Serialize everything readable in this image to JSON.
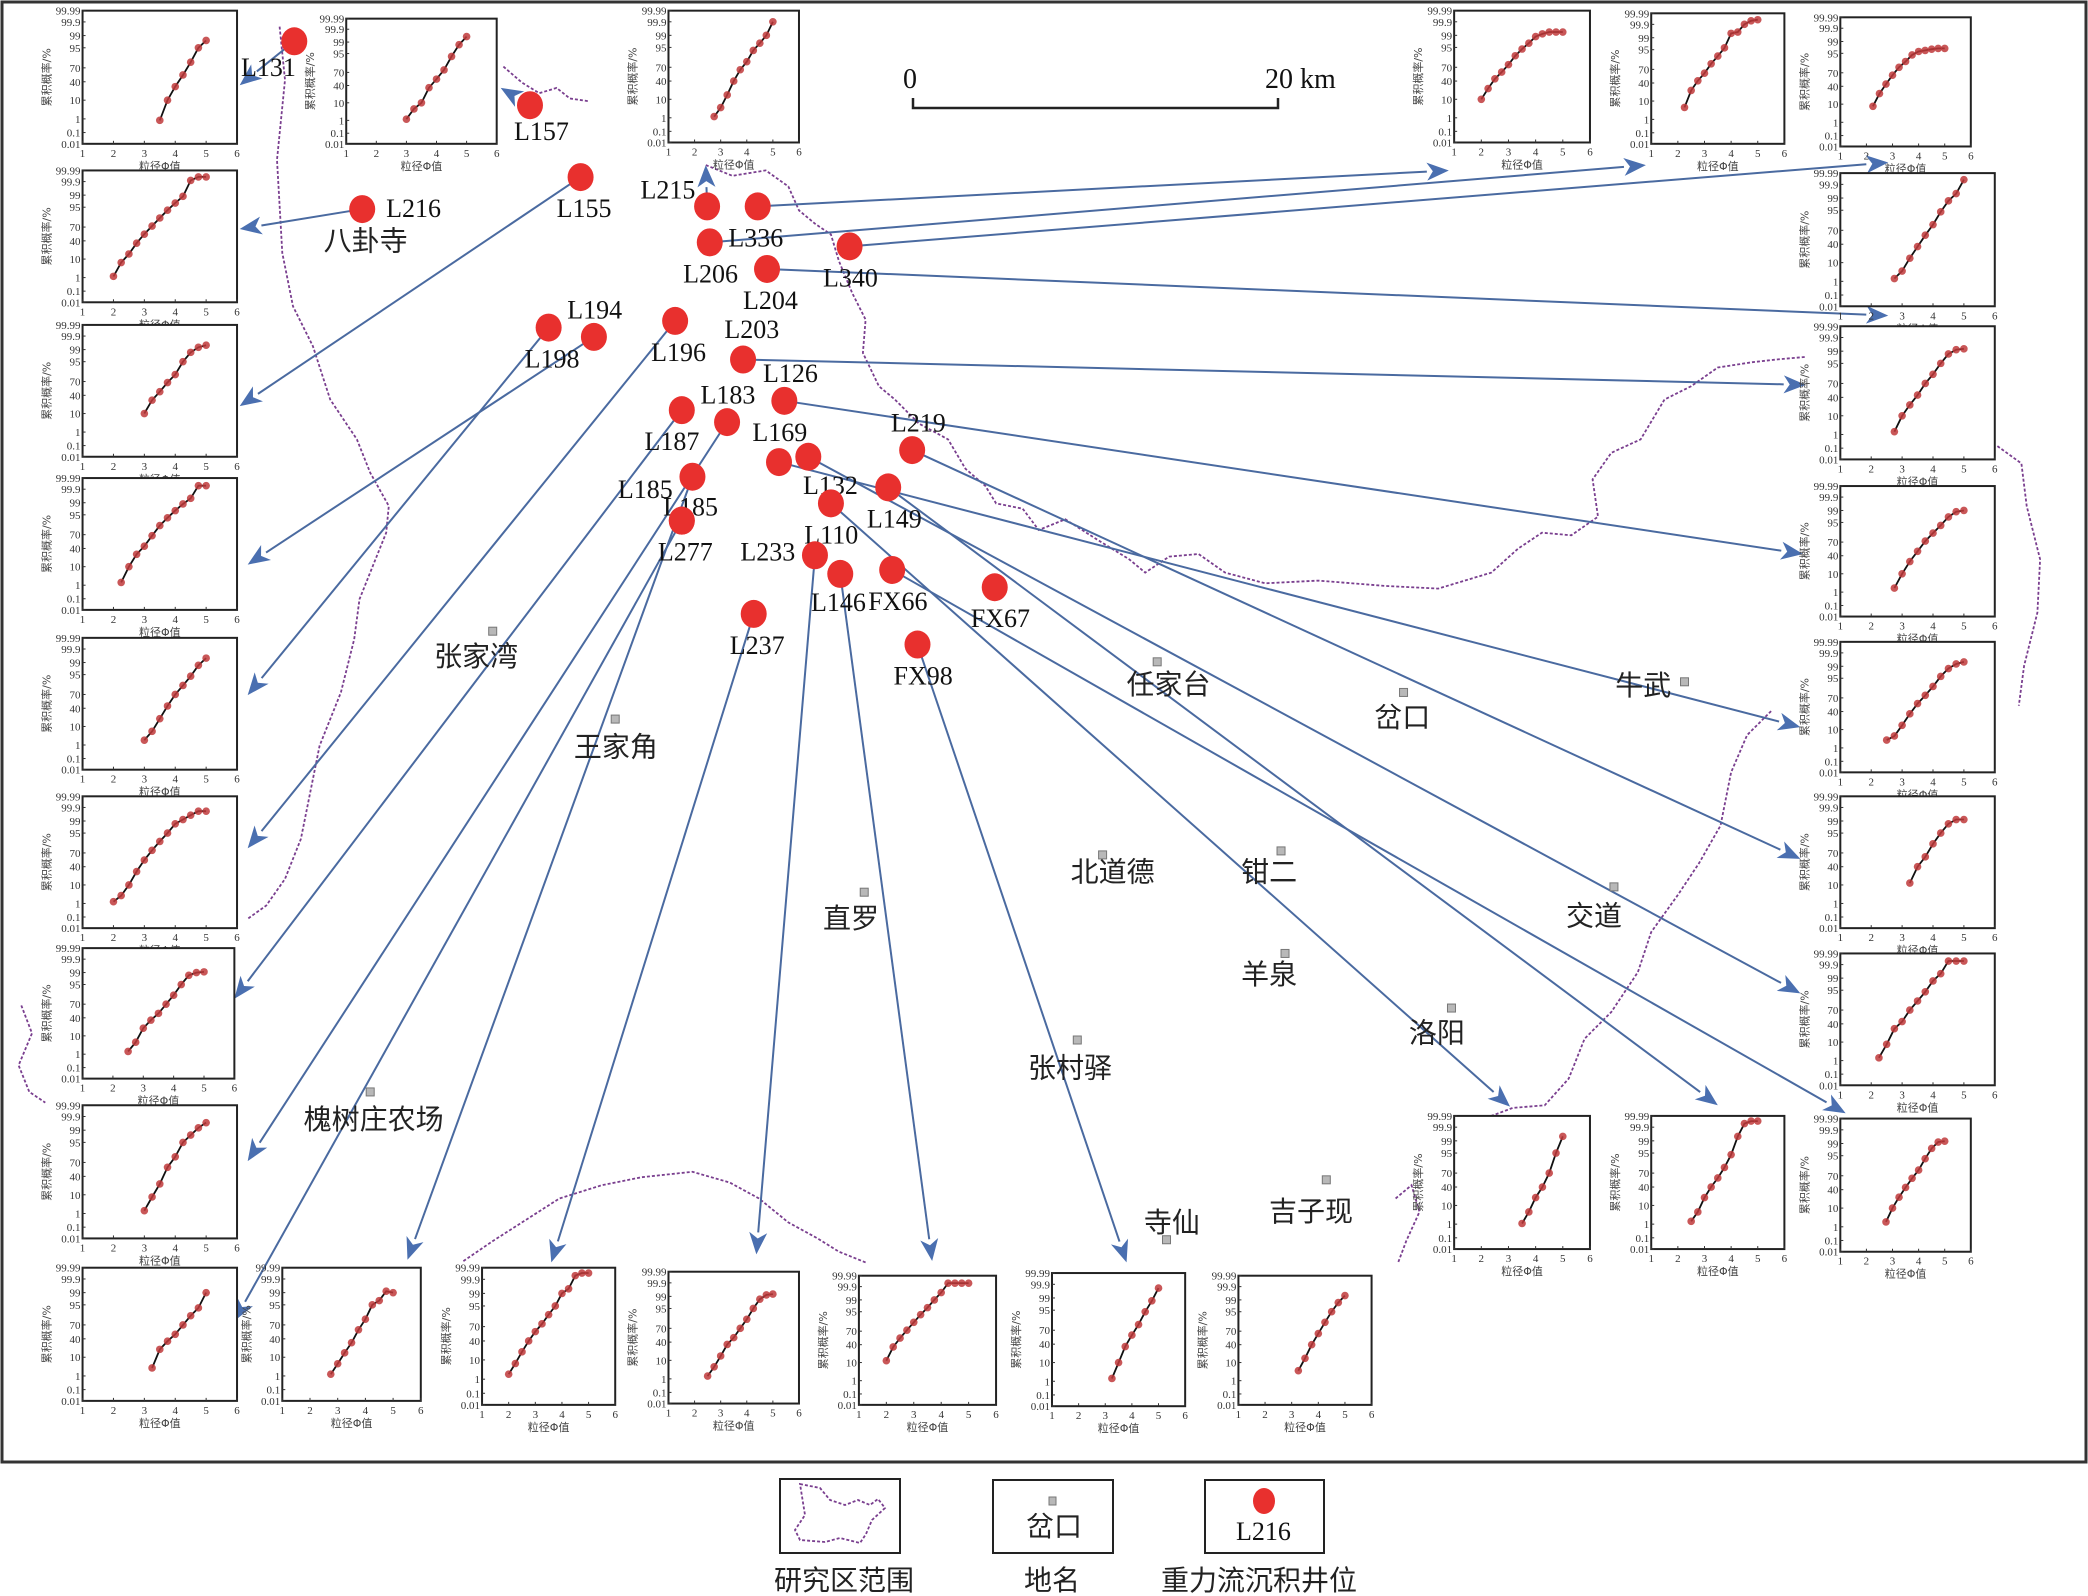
{
  "figure": {
    "scale_bar": {
      "start_label": "0",
      "end_label": "20 km"
    },
    "legend": [
      {
        "key": "boundary",
        "label": "研究区范围"
      },
      {
        "key": "place",
        "label": "地名",
        "sample": "岔口"
      },
      {
        "key": "well",
        "label": "重力流沉积井位",
        "sample": "L216"
      }
    ],
    "wells": [
      "L131",
      "L157",
      "L216",
      "L155",
      "L215",
      "L336",
      "L206",
      "L340",
      "L204",
      "L194",
      "L198",
      "L196",
      "L203",
      "L126",
      "L183",
      "L187",
      "L169",
      "L219",
      "L185",
      "L132",
      "L149",
      "L185",
      "L277",
      "L110",
      "L233",
      "L146",
      "FX66",
      "FX67",
      "L237",
      "FX98"
    ],
    "places": [
      "八卦寺",
      "张家湾",
      "王家角",
      "任家台",
      "岔口",
      "牛武",
      "北道德",
      "钳二",
      "直罗",
      "交道",
      "羊泉",
      "洛阳",
      "张村驿",
      "槐树庄农场",
      "寺仙",
      "吉子现"
    ]
  },
  "chart_data": {
    "type": "line",
    "description": "Grain-size cumulative probability plots for gravity-flow deposit wells",
    "xlabel": "粒径Φ值",
    "ylabel": "累积概率/%",
    "xlim": [
      1,
      6
    ],
    "x_ticks": [
      "1",
      "2",
      "3",
      "4",
      "5",
      "6"
    ],
    "y_ticks": [
      "0.01",
      "0.1",
      "1",
      "10",
      "40",
      "70",
      "95",
      "99",
      "99.9",
      "99.99"
    ],
    "charts": [
      {
        "well": "L131",
        "x": [
          3.5,
          3.75,
          4,
          4.25,
          4.5,
          4.75,
          5
        ],
        "y": [
          0.8,
          10,
          30,
          55,
          80,
          95,
          98
        ]
      },
      {
        "well": "L157",
        "x": [
          3,
          3.25,
          3.5,
          3.75,
          4,
          4.25,
          4.5,
          4.75,
          5
        ],
        "y": [
          1.2,
          5,
          10,
          35,
          55,
          75,
          93,
          98.5,
          99.6
        ]
      },
      {
        "well": "L215",
        "x": [
          2.75,
          3,
          3.25,
          3.5,
          3.75,
          4,
          4.25,
          4.5,
          4.75,
          5
        ],
        "y": [
          1.2,
          4,
          15,
          40,
          65,
          80,
          93,
          97,
          99,
          99.9
        ]
      },
      {
        "well": "L216",
        "x": [
          2,
          2.25,
          2.5,
          2.75,
          3,
          3.25,
          3.5,
          3.75,
          4,
          4.25,
          4.5,
          4.75,
          5
        ],
        "y": [
          1.2,
          7,
          16,
          35,
          55,
          72,
          85,
          93,
          97,
          98.8,
          99.92,
          99.96,
          99.96
        ]
      },
      {
        "well": "L155",
        "x": [
          3,
          3.25,
          3.5,
          3.75,
          4,
          4.25,
          4.5,
          4.75,
          5
        ],
        "y": [
          10,
          30,
          48,
          68,
          82,
          95,
          98.5,
          99.3,
          99.5
        ]
      },
      {
        "well": "L198",
        "x": [
          2.25,
          2.5,
          2.75,
          3,
          3.25,
          3.5,
          3.75,
          4,
          4.25,
          4.5,
          4.75,
          5
        ],
        "y": [
          1.5,
          10,
          28,
          45,
          68,
          85,
          93,
          97,
          98.8,
          99.5,
          99.95,
          99.95
        ]
      },
      {
        "well": "L194",
        "x": [
          3,
          3.25,
          3.5,
          3.75,
          4,
          4.25,
          4.5,
          4.75,
          5
        ],
        "y": [
          2,
          6,
          20,
          45,
          70,
          85,
          94,
          98.5,
          99.5
        ]
      },
      {
        "well": "L196",
        "x": [
          2,
          2.25,
          2.5,
          2.75,
          3,
          3.25,
          3.5,
          3.75,
          4,
          4.25,
          4.5,
          4.75,
          5
        ],
        "y": [
          1.3,
          3,
          10,
          30,
          55,
          75,
          88,
          95,
          98.5,
          99.2,
          99.6,
          99.8,
          99.8
        ]
      },
      {
        "well": "L187",
        "x": [
          2.5,
          2.75,
          3,
          3.25,
          3.5,
          3.75,
          4,
          4.25,
          4.5,
          4.75,
          5
        ],
        "y": [
          1.5,
          5,
          20,
          35,
          50,
          70,
          85,
          95,
          98.5,
          99,
          99.1
        ]
      },
      {
        "well": "L185",
        "x": [
          3,
          3.25,
          3.5,
          3.75,
          4,
          4.25,
          4.5,
          4.75,
          5
        ],
        "y": [
          1.5,
          8,
          25,
          60,
          80,
          95,
          98,
          99.3,
          99.7
        ]
      },
      {
        "well": "L277",
        "x": [
          3.25,
          3.5,
          3.75,
          4,
          4.25,
          4.5,
          4.75,
          5
        ],
        "y": [
          3,
          20,
          35,
          50,
          70,
          85,
          93,
          99
        ]
      },
      {
        "well": "L183",
        "x": [
          2.75,
          3,
          3.25,
          3.5,
          3.75,
          4,
          4.25,
          4.5,
          4.75,
          5
        ],
        "y": [
          1.3,
          5,
          15,
          32,
          60,
          80,
          95,
          97,
          99.2,
          99
        ]
      },
      {
        "well": "L237",
        "x": [
          2,
          2.25,
          2.5,
          2.75,
          3,
          3.25,
          3.5,
          3.75,
          4,
          4.25,
          4.5,
          4.75,
          5
        ],
        "y": [
          2,
          7,
          20,
          40,
          60,
          75,
          88,
          95,
          99,
          99.5,
          99.95,
          99.97,
          99.97
        ]
      },
      {
        "well": "L233",
        "x": [
          2.5,
          2.75,
          3,
          3.25,
          3.5,
          3.75,
          4,
          4.25,
          4.5,
          4.75,
          5
        ],
        "y": [
          1.5,
          5,
          15,
          35,
          50,
          70,
          85,
          95,
          98.5,
          99.2,
          99.3
        ]
      },
      {
        "well": "L146",
        "x": [
          2,
          2.25,
          2.5,
          2.75,
          3,
          3.25,
          3.5,
          3.75,
          4,
          4.25,
          4.5,
          4.75,
          5
        ],
        "y": [
          12,
          35,
          55,
          72,
          85,
          93,
          97,
          99,
          99.7,
          99.95,
          99.95,
          99.95,
          99.95
        ]
      },
      {
        "well": "FX98",
        "x": [
          3.25,
          3.5,
          3.75,
          4,
          4.25,
          4.5,
          4.75,
          5
        ],
        "y": [
          1.5,
          10,
          35,
          60,
          80,
          94,
          98.5,
          99.8
        ]
      },
      {
        "well": "FX66",
        "x": [
          3.25,
          3.5,
          3.75,
          4,
          4.25,
          4.5,
          4.75,
          5
        ],
        "y": [
          4,
          15,
          40,
          65,
          85,
          95,
          98.5,
          99.5
        ]
      },
      {
        "well": "L336",
        "x": [
          2,
          2.25,
          2.5,
          2.75,
          3,
          3.25,
          3.5,
          3.75,
          4,
          4.25,
          4.5,
          4.75,
          5
        ],
        "y": [
          10,
          25,
          45,
          60,
          75,
          88,
          94,
          97,
          98.8,
          99.2,
          99.4,
          99.4,
          99.4
        ]
      },
      {
        "well": "L206",
        "x": [
          2.25,
          2.5,
          2.75,
          3,
          3.25,
          3.5,
          3.75,
          4,
          4.25,
          4.5,
          4.75,
          5
        ],
        "y": [
          5,
          25,
          45,
          62,
          80,
          90,
          96,
          99.5,
          99.6,
          99.9,
          99.95,
          99.96
        ]
      },
      {
        "well": "L340",
        "x": [
          2.25,
          2.5,
          2.75,
          3,
          3.25,
          3.5,
          3.75,
          4,
          4.25,
          4.5,
          4.75,
          5
        ],
        "y": [
          8,
          25,
          45,
          65,
          80,
          88,
          94,
          96,
          96.5,
          97,
          97.3,
          97.3
        ]
      },
      {
        "well": "L204",
        "x": [
          2.75,
          3,
          3.25,
          3.5,
          3.75,
          4,
          4.25,
          4.5,
          4.75,
          5
        ],
        "y": [
          1.5,
          4,
          15,
          35,
          60,
          80,
          94,
          98.5,
          99.5,
          99.96
        ]
      },
      {
        "well": "L126",
        "x": [
          2.75,
          3,
          3.25,
          3.5,
          3.75,
          4,
          4.25,
          4.5,
          4.75,
          5
        ],
        "y": [
          1.5,
          10,
          25,
          45,
          70,
          85,
          95,
          98.5,
          99.2,
          99.3
        ]
      },
      {
        "well": "L169",
        "x": [
          2.75,
          3,
          3.25,
          3.5,
          3.75,
          4,
          4.25,
          4.5,
          4.75,
          5
        ],
        "y": [
          1.8,
          10,
          28,
          50,
          72,
          85,
          93,
          97.5,
          98.8,
          99
        ]
      },
      {
        "well": "L219",
        "x": [
          2.5,
          2.75,
          3,
          3.25,
          3.5,
          3.75,
          4,
          4.25,
          4.5,
          4.75,
          5
        ],
        "y": [
          3,
          5,
          15,
          35,
          58,
          75,
          88,
          96,
          98.6,
          99.3,
          99.5
        ]
      },
      {
        "well": "L132",
        "x": [
          3.25,
          3.5,
          3.75,
          4,
          4.25,
          4.5,
          4.75,
          5
        ],
        "y": [
          12,
          40,
          62,
          85,
          95,
          98.5,
          99.2,
          99.2
        ]
      },
      {
        "well": "L149",
        "x": [
          2.25,
          2.5,
          2.75,
          3,
          3.25,
          3.5,
          3.75,
          4,
          4.25,
          4.5,
          4.75,
          5
        ],
        "y": [
          1.5,
          8,
          30,
          45,
          70,
          85,
          94,
          98.5,
          99.5,
          99.95,
          99.95,
          99.95
        ]
      },
      {
        "well": "L110",
        "x": [
          3.5,
          3.75,
          4,
          4.25,
          4.5,
          4.75,
          5
        ],
        "y": [
          1.1,
          5,
          20,
          40,
          70,
          95,
          99.5
        ]
      },
      {
        "well": "FX67",
        "x": [
          2.5,
          2.75,
          3,
          3.25,
          3.5,
          3.75,
          4,
          4.25,
          4.5,
          4.75,
          5
        ],
        "y": [
          1.5,
          5,
          20,
          40,
          60,
          80,
          94,
          99.5,
          99.95,
          99.97,
          99.97
        ]
      },
      {
        "well": "L185",
        "x": [
          2.75,
          3,
          3.25,
          3.5,
          3.75,
          4,
          4.25,
          4.5,
          4.75,
          5
        ],
        "y": [
          2,
          10,
          25,
          45,
          65,
          80,
          93,
          98,
          99.2,
          99.3
        ]
      }
    ]
  }
}
